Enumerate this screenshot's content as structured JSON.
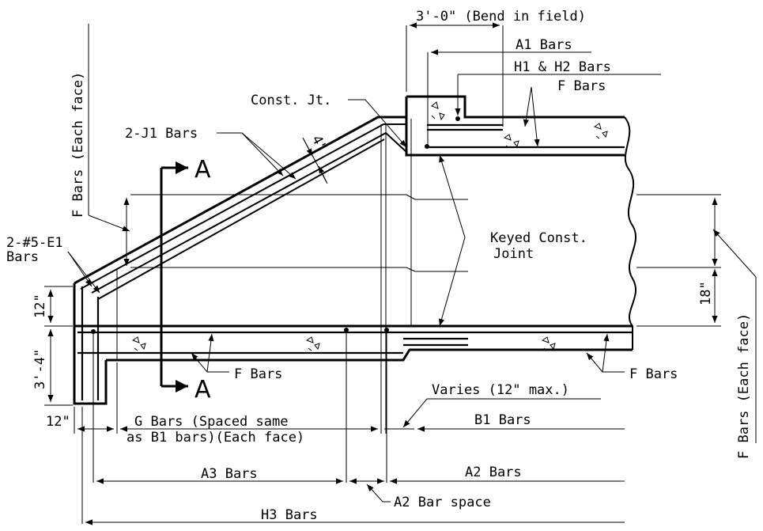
{
  "labels": {
    "bend_in_field": "3'-0\" (Bend in field)",
    "a1_bars": "A1 Bars",
    "h1_h2_bars": "H1 & H2 Bars",
    "f_bars_top": "F Bars",
    "const_jt": "Const. Jt.",
    "two_j1_bars": "2-J1 Bars",
    "dim_4in": "4\"",
    "section_a": "A",
    "f_bars_each_face_left": "F Bars (Each face)",
    "two_e1_bars_line1": "2-#5-E1",
    "two_e1_bars_line2": "Bars",
    "keyed_const_joint_line1": "Keyed Const.",
    "keyed_const_joint_line2": "Joint",
    "dim_18in": "18\"",
    "dim_12in_vert": "12\"",
    "dim_3ft4in": "3'-4\"",
    "f_bars_bottom_left": "F Bars",
    "f_bars_bottom_right": "F Bars",
    "f_bars_each_face_right": "F Bars (Each face)",
    "varies": "Varies (12\" max.)",
    "dim_12in_horiz": "12\"",
    "g_bars_line1": "G Bars (Spaced same",
    "g_bars_line2": "as B1 bars)(Each face)",
    "b1_bars": "B1 Bars",
    "a3_bars": "A3 Bars",
    "a2_bars": "A2 Bars",
    "a2_bar_space": "A2 Bar space",
    "h3_bars": "H3 Bars"
  }
}
